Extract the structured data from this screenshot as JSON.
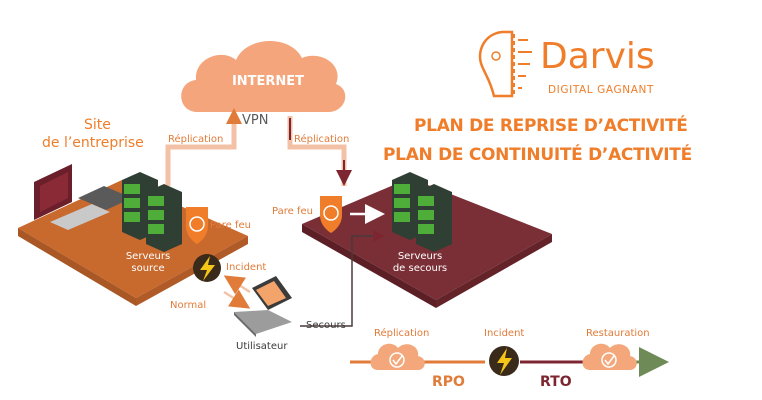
{
  "brand": {
    "name": "Darvis",
    "tagline": "DIGITAL GAGNANT"
  },
  "headlines": {
    "line1": "PLAN DE REPRISE D’ACTIVITÉ",
    "line2": "PLAN DE CONTINUITÉ D’ACTIVITÉ"
  },
  "cloud": {
    "label": "INTERNET",
    "vpn": "VPN"
  },
  "site": {
    "title_line1": "Site",
    "title_line2": "de l’entreprise"
  },
  "labels": {
    "replication_left": "Réplication",
    "replication_right": "Réplication",
    "firewall_left": "Pare feu",
    "firewall_right": "Pare feu",
    "servers_source_line1": "Serveurs",
    "servers_source_line2": "source",
    "servers_backup_line1": "Serveurs",
    "servers_backup_line2": "de secours",
    "incident": "Incident",
    "normal": "Normal",
    "secours": "Secours",
    "user": "Utilisateur"
  },
  "timeline": {
    "stage1": "Réplication",
    "stage2": "Incident",
    "stage3": "Restauration",
    "rpo": "RPO",
    "rto": "RTO"
  },
  "colors": {
    "orange": "#ef7d2a",
    "desk": "#c8692e",
    "backup_platform": "#7a2f36",
    "server_green": "#4fae3a",
    "rpo_color": "#e07b39",
    "rto_color": "#7d2530"
  }
}
